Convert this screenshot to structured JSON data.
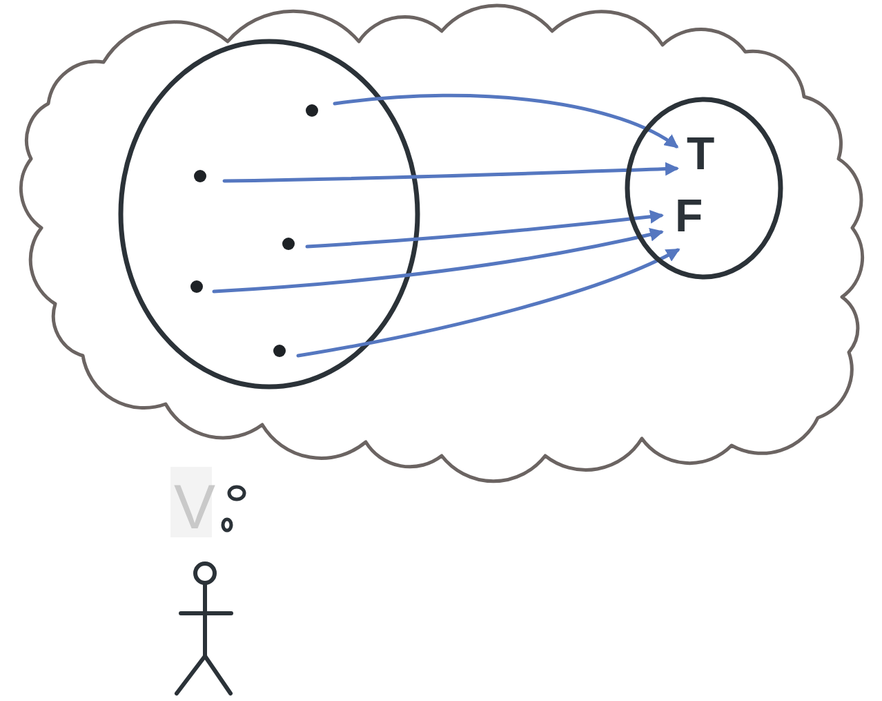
{
  "diagram": {
    "nodes": [
      {
        "text": [
          "T",
          "F"
        ]
      }
    ],
    "labels": [
      "V"
    ]
  }
}
